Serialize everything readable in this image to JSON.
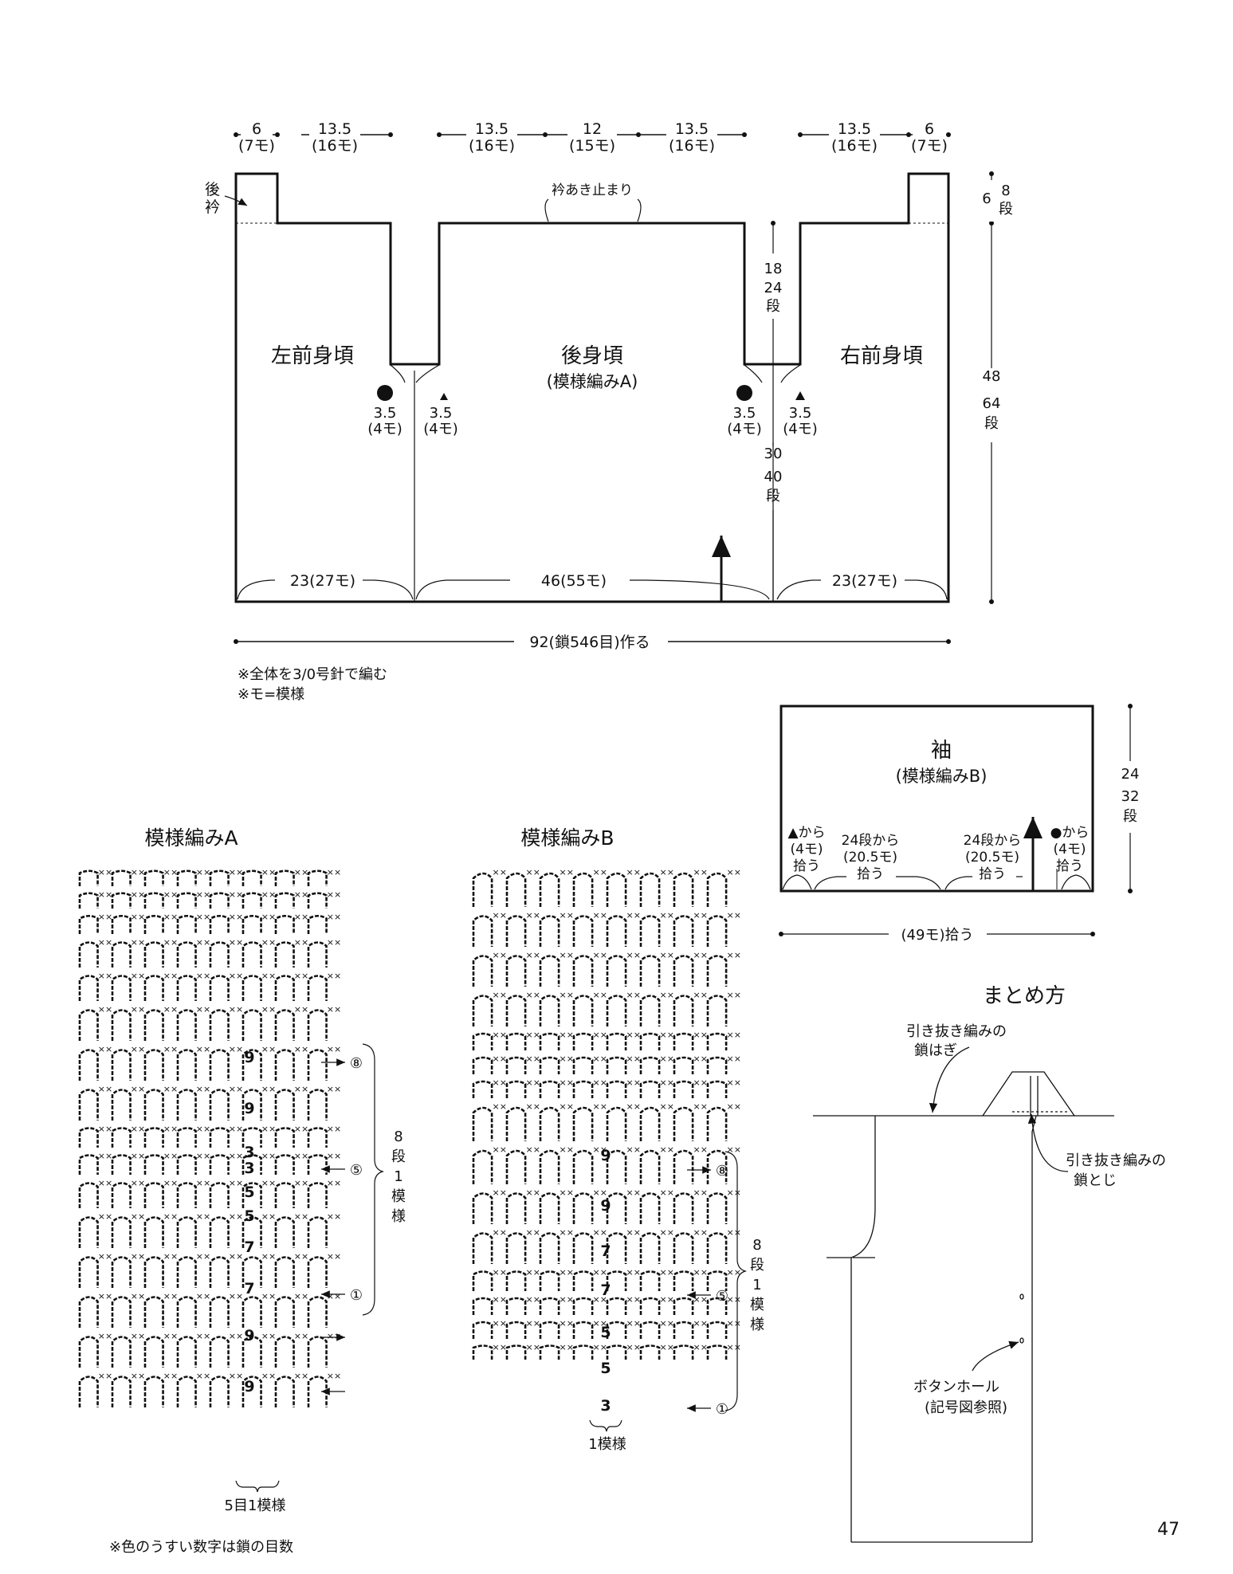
{
  "body_diagram": {
    "top_dims": [
      {
        "cm": "6",
        "pat": "(7モ)"
      },
      {
        "cm": "13.5",
        "pat": "(16モ)"
      },
      {
        "cm": "13.5",
        "pat": "(16モ)"
      },
      {
        "cm": "12",
        "pat": "(15モ)"
      },
      {
        "cm": "13.5",
        "pat": "(16モ)"
      },
      {
        "cm": "13.5",
        "pat": "(16モ)"
      },
      {
        "cm": "6",
        "pat": "(7モ)"
      }
    ],
    "back_collar": [
      "後",
      "衿"
    ],
    "collar_stop": "衿あき止まり",
    "left_front": "左前身頃",
    "back_body": "後身頃",
    "back_pattern": "(模様編みA)",
    "right_front": "右前身頃",
    "marker_dims": [
      "3.5",
      "(4モ)",
      "3.5",
      "(4モ)",
      "3.5",
      "(4モ)",
      "3.5",
      "(4モ)"
    ],
    "right_dims": {
      "collar_h": "6",
      "collar_rows": [
        "8",
        "段"
      ],
      "body_h": "48",
      "body_rows": [
        "64",
        "段"
      ]
    },
    "center_dims": {
      "a": "18",
      "a_rows": [
        "24",
        "段"
      ],
      "b": "30",
      "b_rows": [
        "40",
        "段"
      ]
    },
    "bottom_dims": [
      "23(27モ)",
      "46(55モ)",
      "23(27モ)"
    ],
    "total": "92(鎖546目)作る",
    "notes": [
      "※全体を3/0号針で編む",
      "※モ=模様"
    ]
  },
  "sleeve": {
    "title": "袖",
    "pattern": "(模様編みB)",
    "height": "24",
    "height_rows": [
      "32",
      "段"
    ],
    "pick_labels": [
      {
        "lines": [
          "▲から",
          "(4モ)",
          "拾う"
        ]
      },
      {
        "lines": [
          "24段から",
          "(20.5モ)",
          "拾う"
        ]
      },
      {
        "lines": [
          "24段から",
          "(20.5モ)",
          "拾う"
        ]
      },
      {
        "lines": [
          "●から",
          "(4モ)",
          "拾う"
        ]
      }
    ],
    "bottom": "(49モ)拾う"
  },
  "pattern_a": {
    "title": "模様編みA",
    "numbers": [
      "9",
      "9",
      "3",
      "3",
      "5",
      "5",
      "7",
      "7",
      "9",
      "9"
    ],
    "row_markers": [
      "⑧",
      "⑤",
      "①"
    ],
    "repeat": [
      "8",
      "段",
      "1",
      "模",
      "様"
    ],
    "footer": "5目1模様",
    "note": "※色のうすい数字は鎖の目数"
  },
  "pattern_b": {
    "title": "模様編みB",
    "numbers": [
      "9",
      "9",
      "7",
      "7",
      "5",
      "5",
      "3"
    ],
    "row_markers": [
      "⑧",
      "⑤",
      "①"
    ],
    "repeat": [
      "8",
      "段",
      "1",
      "模",
      "様"
    ],
    "footer": "1模様"
  },
  "assembly": {
    "title": "まとめ方",
    "label1": [
      "引き抜き編みの",
      "鎖はぎ"
    ],
    "label2": [
      "引き抜き編みの",
      "鎖とじ"
    ],
    "label3": [
      "ボタンホール",
      "(記号図参照)"
    ]
  },
  "page_number": "47"
}
